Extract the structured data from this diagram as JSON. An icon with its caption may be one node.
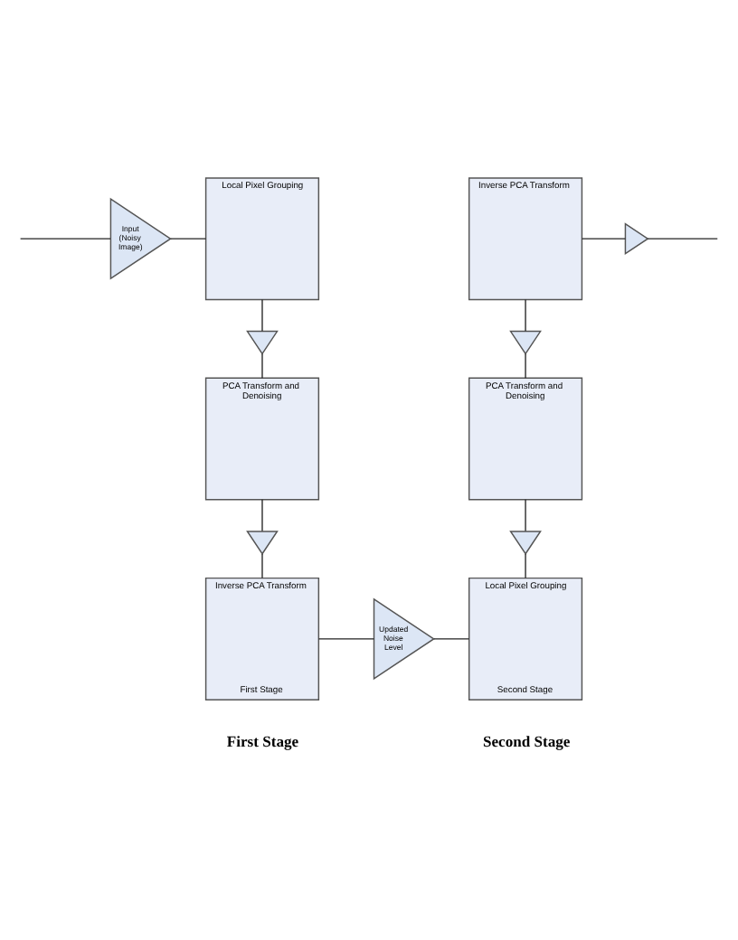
{
  "diagram": {
    "nodes": [
      {
        "text": [
          "Input (Noisy Image)"
        ]
      },
      {
        "text": [
          "Local Pixel Grouping"
        ]
      },
      {
        "text": [
          "Inverse PCA Transform"
        ]
      },
      {
        "text": [],
        "shape": "triangle"
      },
      {
        "text": [],
        "shape": "triangle"
      },
      {
        "text": [],
        "shape": "triangle"
      },
      {
        "text": [
          "PCA Transform and Denoising"
        ]
      },
      {
        "text": [
          "PCA Transform and Denoising"
        ]
      },
      {
        "text": [],
        "shape": "triangle"
      },
      {
        "text": [],
        "shape": "triangle"
      },
      {
        "text": [
          "Inverse PCA Transform",
          "First Stage"
        ]
      },
      {
        "text": [
          "Updated Noise Level"
        ]
      },
      {
        "text": [
          "Local Pixel Grouping",
          "Second Stage"
        ]
      }
    ],
    "edges": [
      {
        "from": null,
        "to": 0,
        "arrow": "none"
      },
      {
        "from": 0,
        "to": 1,
        "arrow": "none"
      },
      {
        "from": 1,
        "to": 4,
        "arrow": "none"
      },
      {
        "from": 4,
        "to": 6,
        "arrow": "none"
      },
      {
        "from": 6,
        "to": 8,
        "arrow": "none"
      },
      {
        "from": 8,
        "to": 10,
        "arrow": "none"
      },
      {
        "from": 10,
        "to": 11,
        "arrow": "none"
      },
      {
        "from": 11,
        "to": 12,
        "arrow": "none"
      },
      {
        "from": 12,
        "to": 9,
        "arrow": "none"
      },
      {
        "from": 9,
        "to": 7,
        "arrow": "none"
      },
      {
        "from": 7,
        "to": 5,
        "arrow": "none"
      },
      {
        "from": 5,
        "to": 2,
        "arrow": "none"
      },
      {
        "from": 2,
        "to": 3,
        "arrow": "none"
      },
      {
        "from": 3,
        "to": null,
        "arrow": "none"
      }
    ],
    "labels": [
      "First Stage",
      "Second Stage"
    ]
  }
}
